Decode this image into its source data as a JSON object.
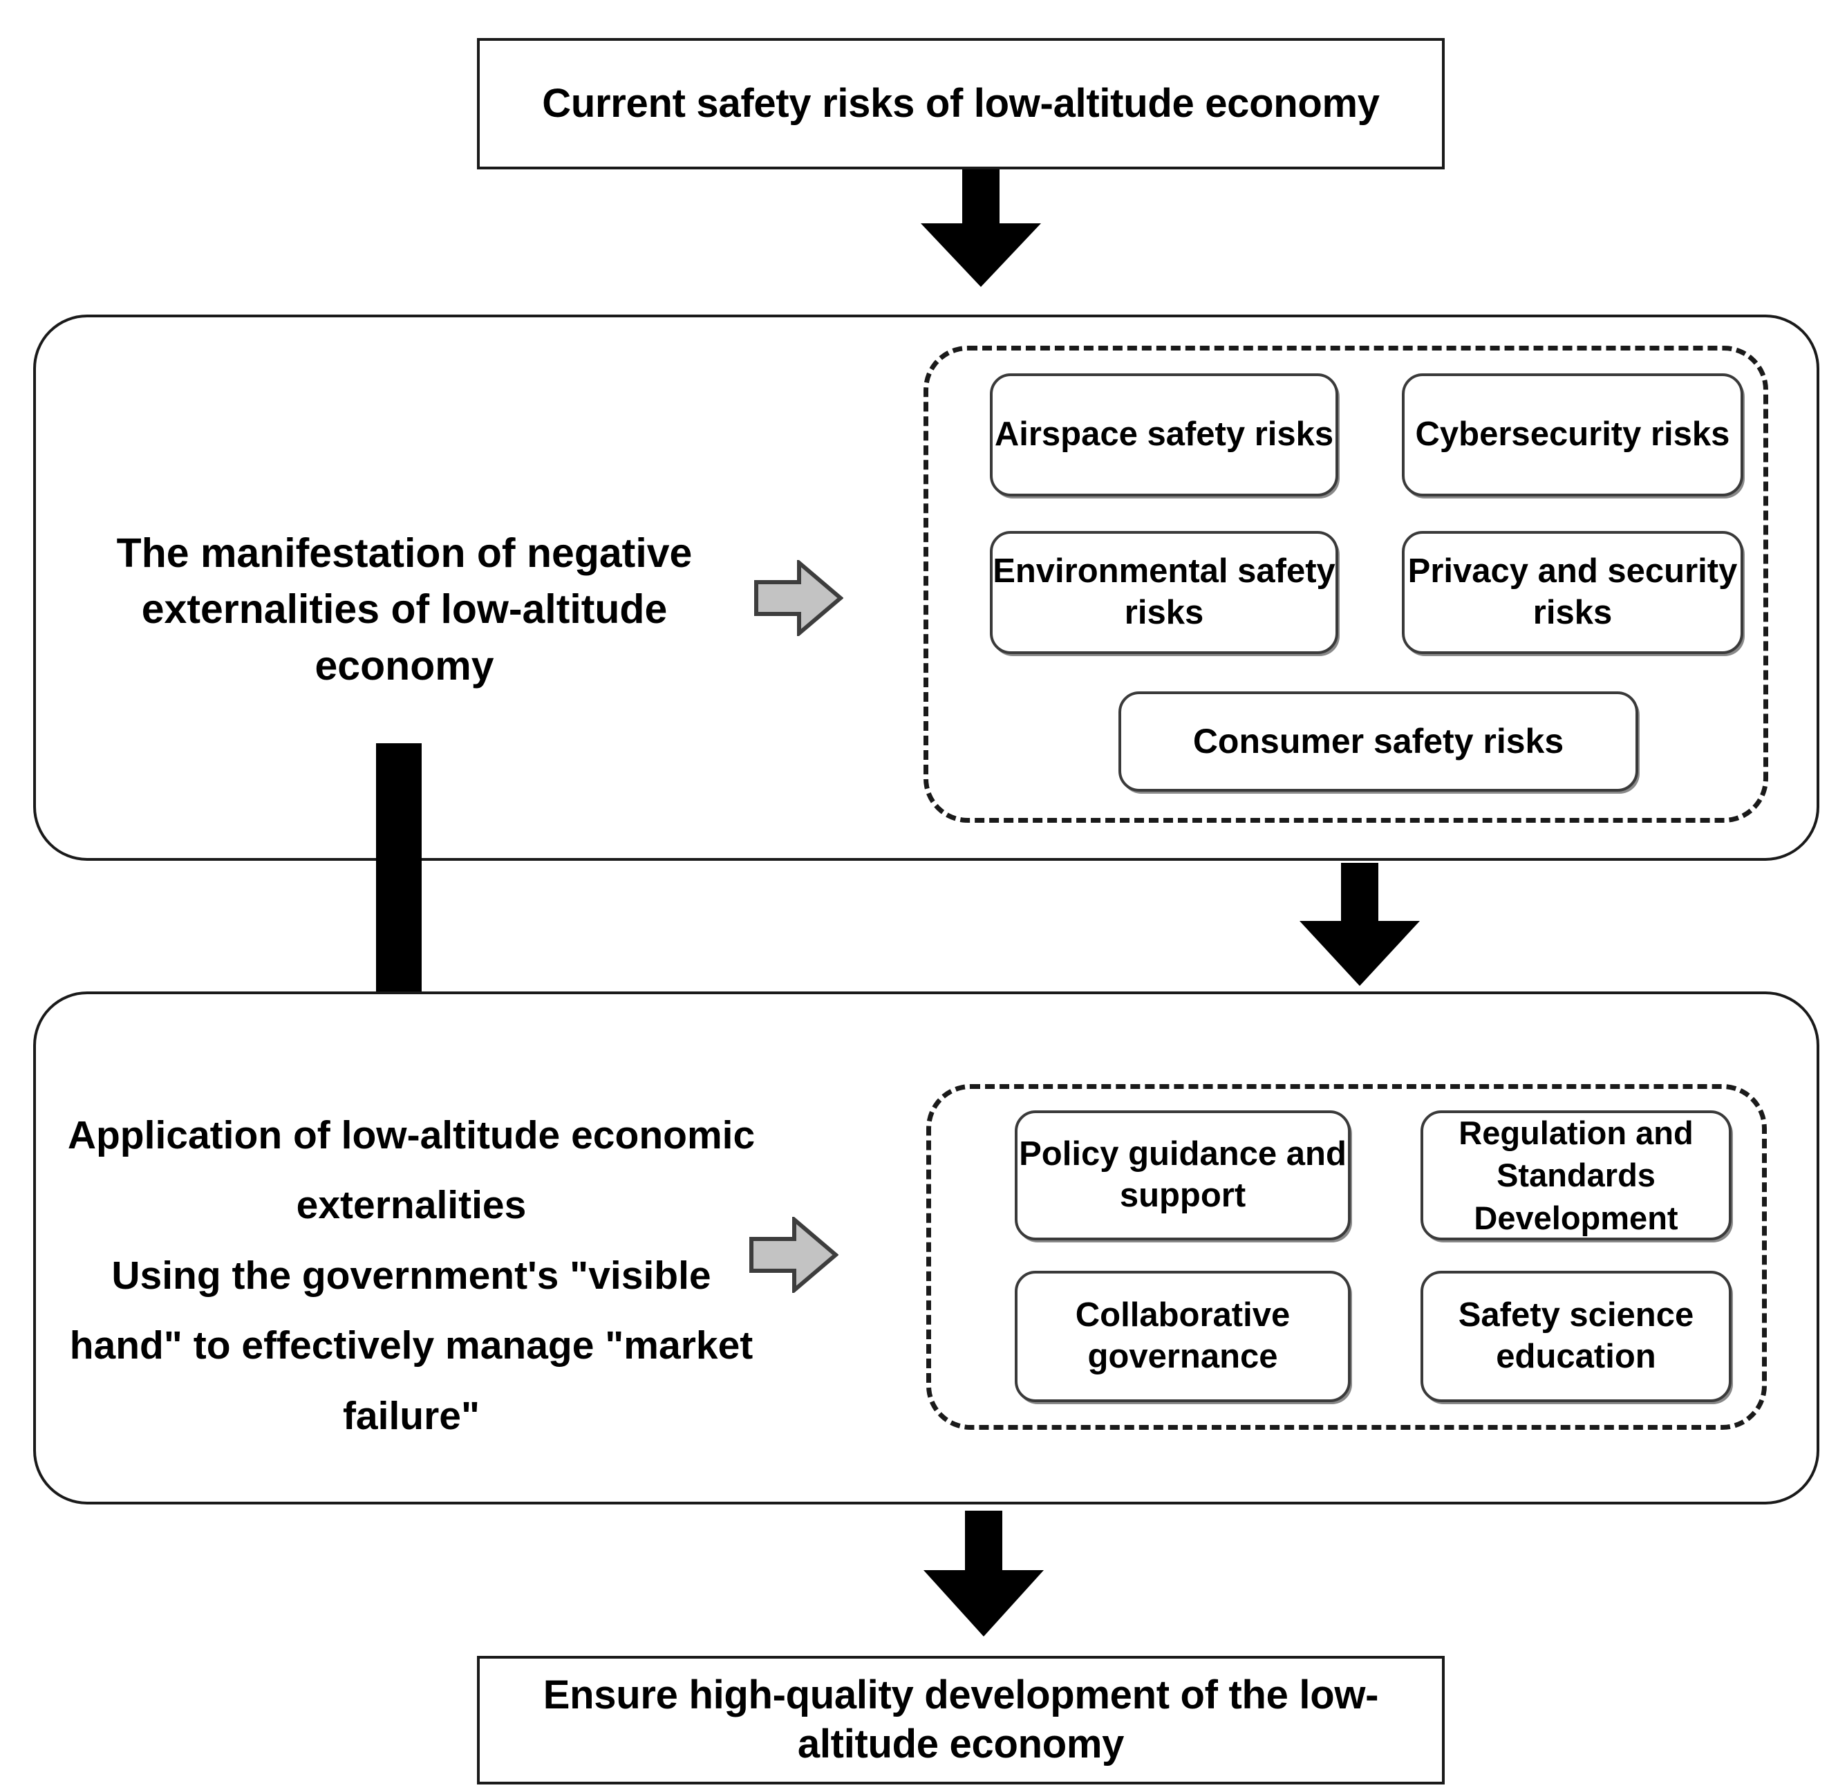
{
  "diagram": {
    "top_box": {
      "label": "Current safety risks of low-altitude economy"
    },
    "bottom_box": {
      "label": "Ensure high-quality development of the low-altitude economy"
    },
    "section_risks": {
      "heading": "The manifestation of negative externalities of low-altitude economy",
      "items": [
        {
          "label": "Airspace safety risks"
        },
        {
          "label": "Cybersecurity risks"
        },
        {
          "label": "Environmental safety risks"
        },
        {
          "label": "Privacy and security risks"
        },
        {
          "label": "Consumer safety risks"
        }
      ]
    },
    "section_actions": {
      "heading": "Application of low-altitude economic externalities\nUsing the government's \"visible hand\" to effectively manage \"market failure\"",
      "items": [
        {
          "label": "Policy guidance and support"
        },
        {
          "label": "Regulation and Standards Development"
        },
        {
          "label": "Collaborative governance"
        },
        {
          "label": "Safety science education"
        }
      ]
    },
    "connectors": {
      "top_arrow": "down-arrow",
      "risks_to_items_arrow": "right-arrow",
      "risks_to_actions_arrow": "down-arrow",
      "risks_to_actions_long_arrow": "down-arrow",
      "actions_to_items_arrow": "right-arrow",
      "actions_to_outcome_arrow": "down-arrow"
    },
    "colors": {
      "outline": "#1a1a1a",
      "card_outline": "#3a3a3a",
      "gray_arrow_fill": "#c3c3c3",
      "gray_arrow_stroke": "#3d3d3d",
      "black_arrow": "#000000",
      "background": "#ffffff",
      "text": "#000000"
    }
  }
}
